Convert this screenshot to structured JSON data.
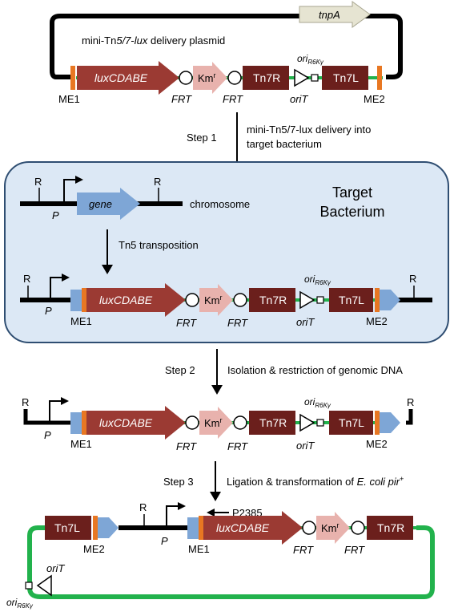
{
  "plasmid": {
    "title": "mini-Tn5/7-lux delivery plasmid",
    "title_parts": {
      "a": "mini-Tn",
      "b": "5/7",
      "c": "-",
      "d": "lux",
      "e": " delivery plasmid"
    },
    "tnpA": "tnpA"
  },
  "elements": {
    "ME1": "ME1",
    "ME2": "ME2",
    "luxCDABE": "luxCDABE",
    "Km": "Km",
    "Km_sup": "r",
    "Tn7R": "Tn7R",
    "Tn7L": "Tn7L",
    "FRT": "FRT",
    "oriT": "oriT",
    "ori": "ori",
    "ori_sub": "R6Kγ",
    "gene": "gene",
    "P": "P",
    "R": "R",
    "chromosome": "chromosome",
    "P2385": "P2385"
  },
  "target_box": {
    "line1": "Target",
    "line2": "Bacterium"
  },
  "steps": {
    "step1": "Step 1",
    "step1_desc_a": "mini-Tn5/7-lux delivery into",
    "step1_desc_b": "target bacterium",
    "transposition": "Tn5 transposition",
    "step2": "Step 2",
    "step2_desc": "Isolation & restriction of genomic DNA",
    "step3": "Step 3",
    "step3_desc_a": "Ligation & transformation of ",
    "step3_desc_b": "E. coli pir",
    "step3_desc_sup": "+"
  },
  "colors": {
    "lux": "#9b3a33",
    "km": "#e8b2ad",
    "tn7": "#6b1f1c",
    "me": "#e87722",
    "blue": "#7ea6d6",
    "linker": "#22b24c",
    "tnpA": "#e6e4d2",
    "box_fill": "#dce8f5",
    "box_stroke": "#2f4e72"
  }
}
